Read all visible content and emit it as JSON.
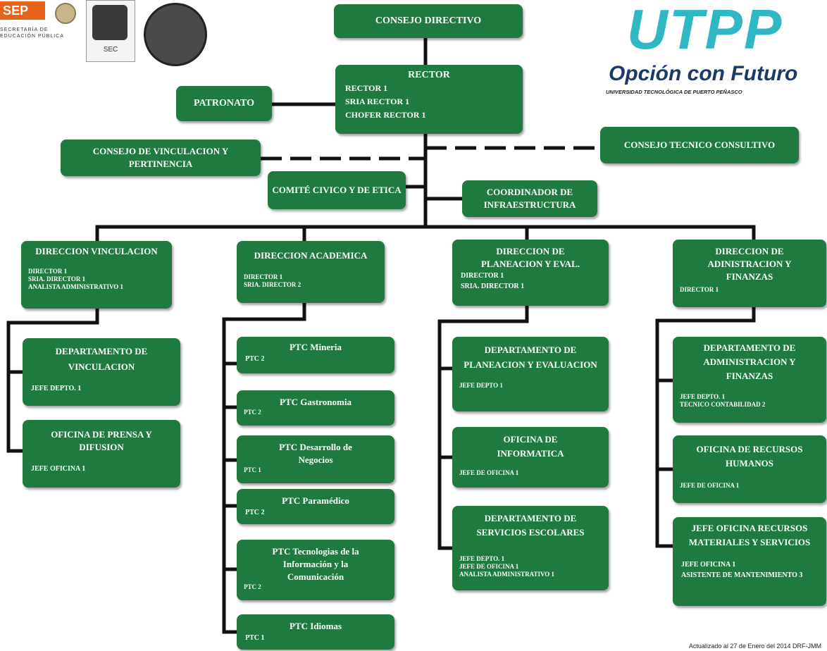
{
  "logos": {
    "sep_text": "SEP",
    "sep_caption": "SECRETARÍA DE EDUCACIÓN PÚBLICA",
    "sec_caption": "SEC",
    "brand_big": "UTPP",
    "brand_slogan": "Opción con Futuro",
    "brand_subtitle": "UNIVERSIDAD TECNOLÓGICA DE PUERTO PEÑASCO"
  },
  "colors": {
    "box": "#1f7a3f",
    "line": "#111111",
    "text": "#ffffff"
  },
  "nodes": {
    "consejo_directivo": {
      "title": "CONSEJO DIRECTIVO"
    },
    "rector": {
      "title": "RECTOR",
      "lines": [
        "RECTOR 1",
        "SRIA RECTOR 1",
        "CHOFER RECTOR 1"
      ]
    },
    "patronato": {
      "title": "PATRONATO"
    },
    "consejo_tecnico": {
      "title": "CONSEJO TECNICO CONSULTIVO"
    },
    "consejo_vinculacion": {
      "title": "CONSEJO DE VINCULACION Y PERTINENCIA"
    },
    "comite_civico": {
      "title": "COMITÉ CIVICO Y DE ETICA"
    },
    "coord_infra": {
      "title": "COORDINADOR DE INFRAESTRUCTURA"
    },
    "dir_vinculacion": {
      "title": "DIRECCION VINCULACION",
      "lines": [
        "DIRECTOR 1",
        "SRIA. DIRECTOR 1",
        "ANALISTA ADMINISTRATIVO 1"
      ]
    },
    "dir_academica": {
      "title": "DIRECCION ACADEMICA",
      "lines": [
        "DIRECTOR 1",
        "SRIA. DIRECTOR 2"
      ]
    },
    "dir_planeacion": {
      "title": "DIRECCION DE PLANEACION Y EVAL.",
      "lines": [
        "DIRECTOR 1",
        "SRIA. DIRECTOR 1"
      ]
    },
    "dir_administracion": {
      "title": "DIRECCION DE ADINISTRACION Y FINANZAS",
      "lines": [
        "DIRECTOR 1"
      ]
    },
    "depto_vinculacion": {
      "title": "DEPARTAMENTO DE VINCULACION",
      "lines": [
        "JEFE DEPTO. 1"
      ]
    },
    "ofi_prensa": {
      "title": "OFICINA DE PRENSA Y DIFUSION",
      "lines": [
        "JEFE OFICINA 1"
      ]
    },
    "ptc_mineria": {
      "title": "PTC Mineria",
      "lines": [
        "PTC 2"
      ]
    },
    "ptc_gastronomia": {
      "title": "PTC Gastronomia",
      "lines": [
        "PTC 2"
      ]
    },
    "ptc_negocios": {
      "title": "PTC Desarrollo de Negocios",
      "lines": [
        "PTC 1"
      ]
    },
    "ptc_paramedico": {
      "title": "PTC Paramédico",
      "lines": [
        "PTC 2"
      ]
    },
    "ptc_tic": {
      "title": "PTC Tecnologias de la Información y la Comunicación",
      "lines": [
        "PTC 2"
      ]
    },
    "ptc_idiomas": {
      "title": "PTC Idiomas",
      "lines": [
        "PTC 1"
      ]
    },
    "depto_planeacion": {
      "title": "DEPARTAMENTO DE PLANEACION Y EVALUACION",
      "lines": [
        "JEFE DEPTO 1"
      ]
    },
    "ofi_informatica": {
      "title": "OFICINA DE INFORMATICA",
      "lines": [
        "JEFE DE OFICINA 1"
      ]
    },
    "depto_servicios": {
      "title": "DEPARTAMENTO DE SERVICIOS ESCOLARES",
      "lines": [
        "JEFE DEPTO. 1",
        "JEFE DE OFICINA 1",
        "ANALISTA ADMINISTRATIVO 1"
      ]
    },
    "depto_admin": {
      "title": "DEPARTAMENTO DE ADMINISTRACION Y FINANZAS",
      "lines": [
        "JEFE DEPTO. 1",
        "TECNICO CONTABILIDAD 2"
      ]
    },
    "ofi_rh": {
      "title": "OFICINA DE RECURSOS HUMANOS",
      "lines": [
        "JEFE DE OFICINA 1"
      ]
    },
    "ofi_materiales": {
      "title": "JEFE OFICINA RECURSOS MATERIALES Y SERVICIOS",
      "lines": [
        "JEFE OFICINA 1",
        "ASISTENTE DE MANTENIMIENTO 3"
      ]
    }
  },
  "footer": "Actualizado al 27 de Enero del 2014 DRF-JMM"
}
